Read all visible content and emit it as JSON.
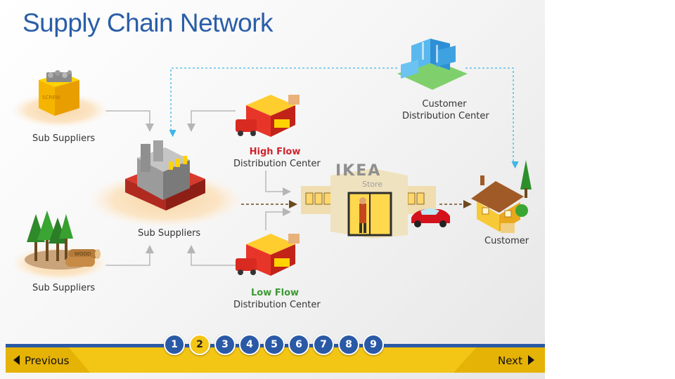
{
  "title": "Supply Chain Network",
  "nodes": {
    "sub_suppliers_top": "Sub Suppliers",
    "sub_suppliers_bottom": "Sub Suppliers",
    "sub_suppliers_factory": "Sub Suppliers",
    "high_flow_line1": "High Flow",
    "high_flow_line2": "Distribution Center",
    "low_flow_line1": "Low Flow",
    "low_flow_line2": "Distribution Center",
    "customer_dc_line1": "Customer",
    "customer_dc_line2": "Distribution Center",
    "customer": "Customer",
    "store_brand": "IKEA",
    "store_sign": "Store",
    "screw_box": "SCREW",
    "wood_log": "WOOD"
  },
  "navigation": {
    "previous_label": "Previous",
    "next_label": "Next",
    "current_page": "2",
    "pages": [
      "1",
      "2",
      "3",
      "4",
      "5",
      "6",
      "7",
      "8",
      "9"
    ]
  },
  "colors": {
    "title": "#2a5ea8",
    "nav_blue": "#2a59a6",
    "nav_yellow": "#f3c515",
    "high_flow": "#d0222b",
    "low_flow": "#3a9a32",
    "dashed_link": "#3fb6e6"
  }
}
